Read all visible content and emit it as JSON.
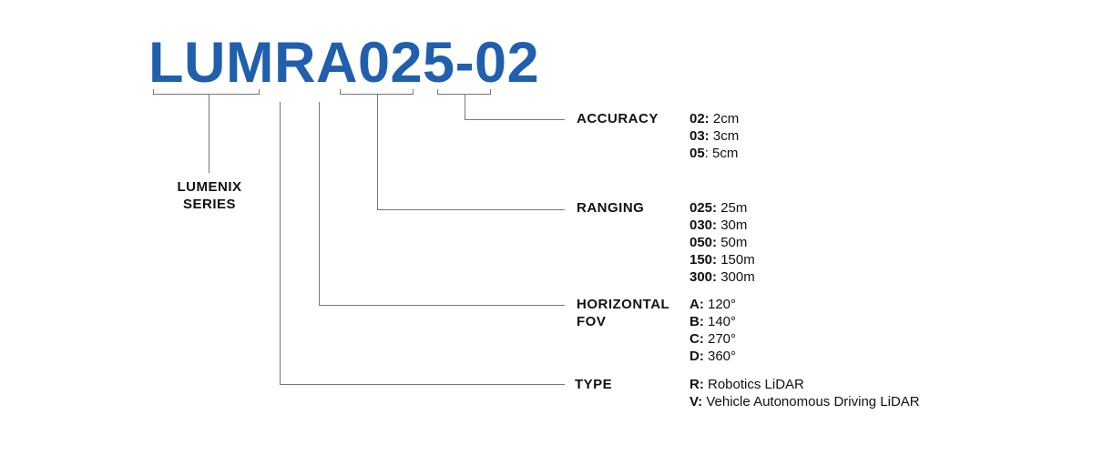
{
  "model_code": "LUMRA025-02",
  "series": {
    "line1": "LUMENIX",
    "line2": "SERIES"
  },
  "colors": {
    "accent": "#1f5fae",
    "lines": "#777777"
  },
  "fields": [
    {
      "label": "ACCURACY",
      "options": [
        {
          "code": "02:",
          "value": " 2cm"
        },
        {
          "code": "03:",
          "value": " 3cm"
        },
        {
          "code": "05",
          "value": ": 5cm"
        }
      ]
    },
    {
      "label": "RANGING",
      "options": [
        {
          "code": "025:",
          "value": " 25m"
        },
        {
          "code": "030:",
          "value": " 30m"
        },
        {
          "code": "050:",
          "value": " 50m"
        },
        {
          "code": "150:",
          "value": " 150m"
        },
        {
          "code": "300:",
          "value": " 300m"
        }
      ]
    },
    {
      "label_line1": "HORIZONTAL",
      "label_line2": "FOV",
      "options": [
        {
          "code": "A:",
          "value": " 120°"
        },
        {
          "code": "B:",
          "value": " 140°"
        },
        {
          "code": "C:",
          "value": " 270°"
        },
        {
          "code": "D:",
          "value": " 360°"
        }
      ]
    },
    {
      "label": "TYPE",
      "options": [
        {
          "code": "R:",
          "value": " Robotics LiDAR"
        },
        {
          "code": "V:",
          "value": " Vehicle Autonomous Driving LiDAR"
        }
      ]
    }
  ]
}
